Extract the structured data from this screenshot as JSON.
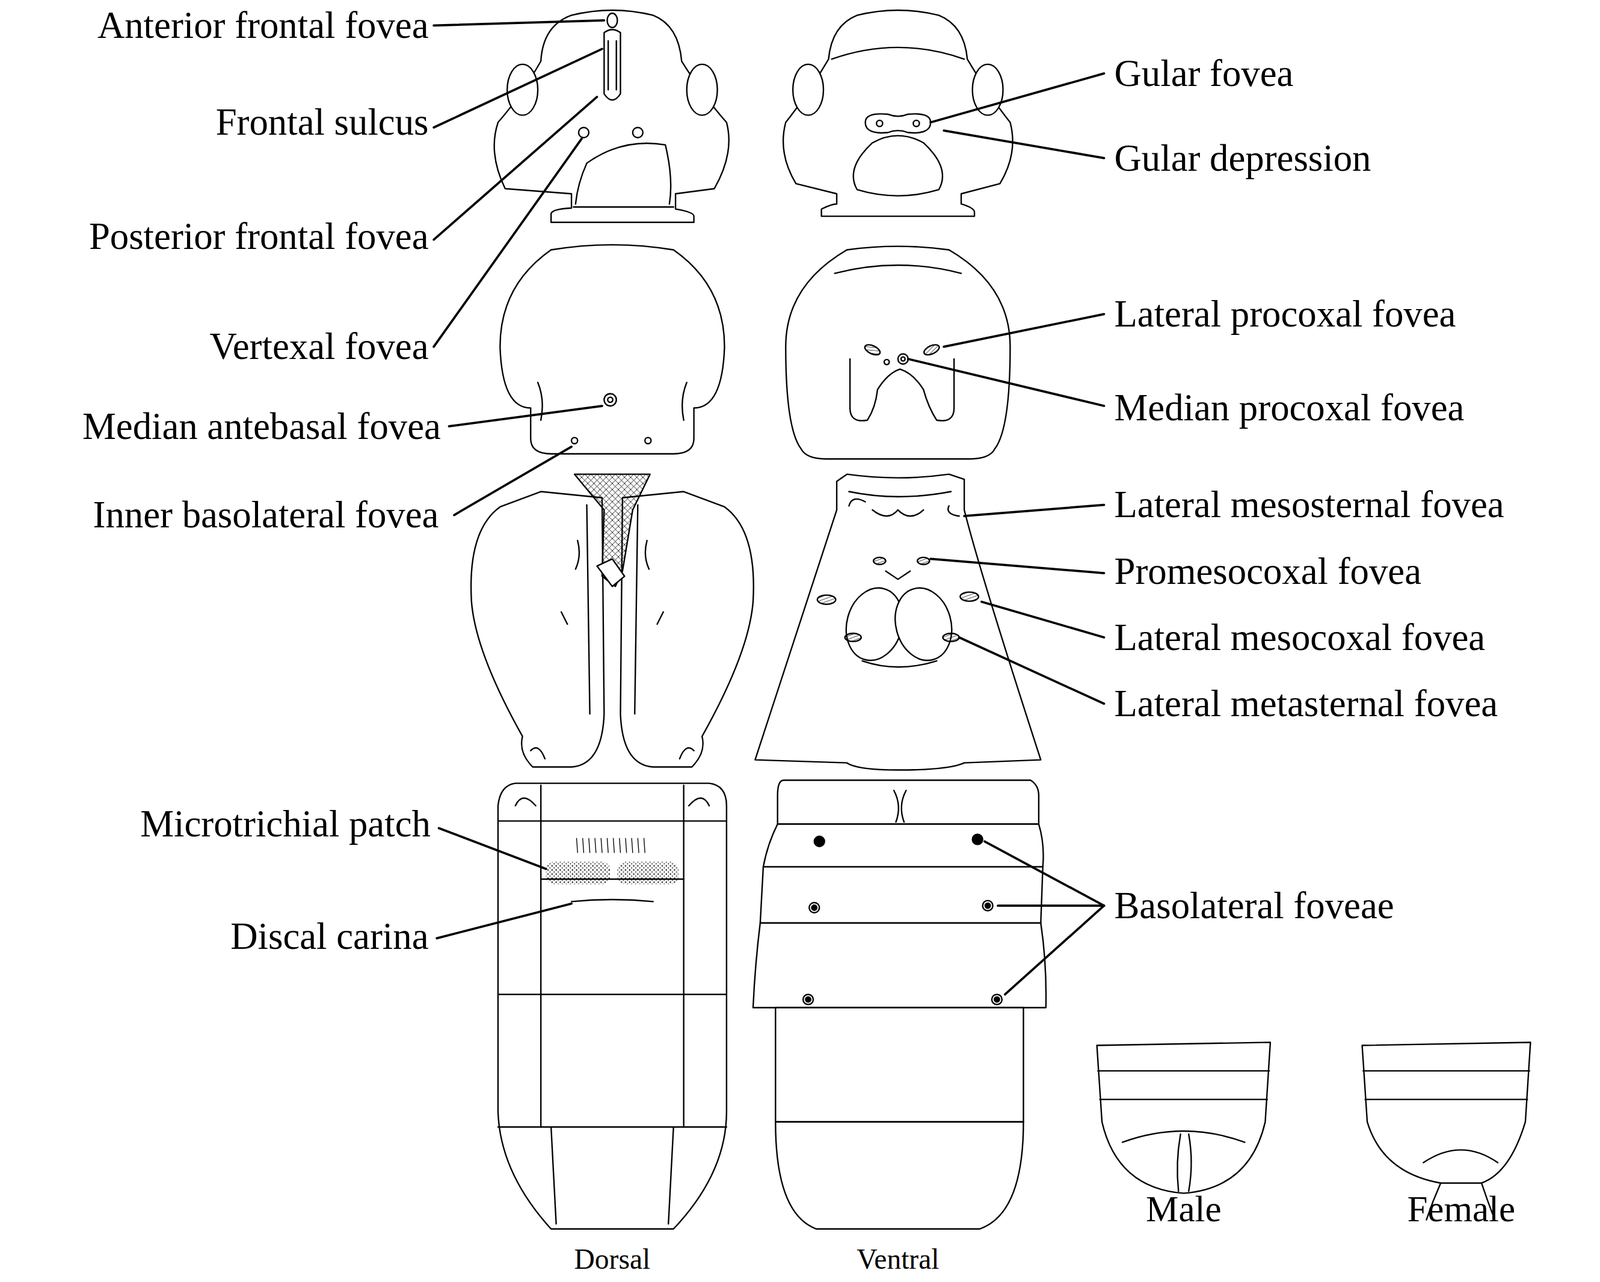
{
  "diagram": {
    "labels": [
      "Anterior frontal fovea",
      "Frontal sulcus",
      "Posterior frontal fovea",
      "Vertexal fovea",
      "Median antebasal fovea",
      "Inner basolateral fovea",
      "Microtrichial patch",
      "Discal carina",
      "Gular fovea",
      "Gular depression",
      "Lateral procoxal fovea",
      "Median procoxal fovea",
      "Lateral mesosternal fovea",
      "Promesocoxal fovea",
      "Lateral mesocoxal fovea",
      "Lateral metasternal fovea",
      "Basolateral foveae",
      "Dorsal",
      "Ventral",
      "Male",
      "Female"
    ]
  }
}
